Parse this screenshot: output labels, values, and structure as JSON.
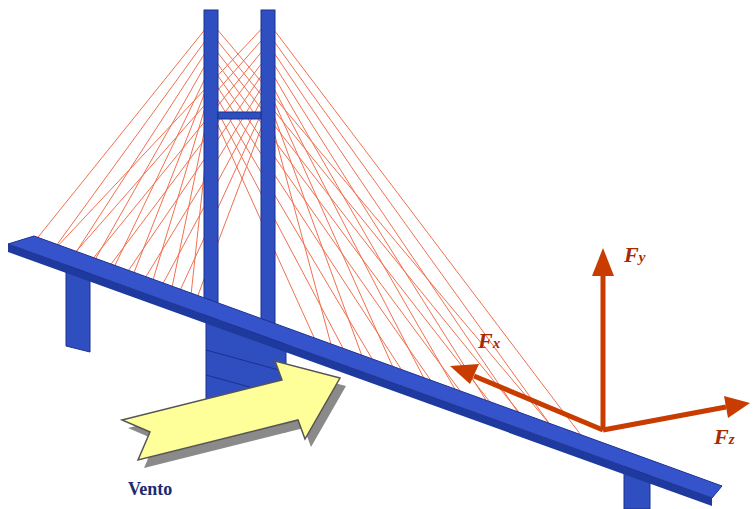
{
  "diagram": {
    "labels": [
      "Fy",
      "Fx",
      "Fz",
      "Vento"
    ]
  }
}
